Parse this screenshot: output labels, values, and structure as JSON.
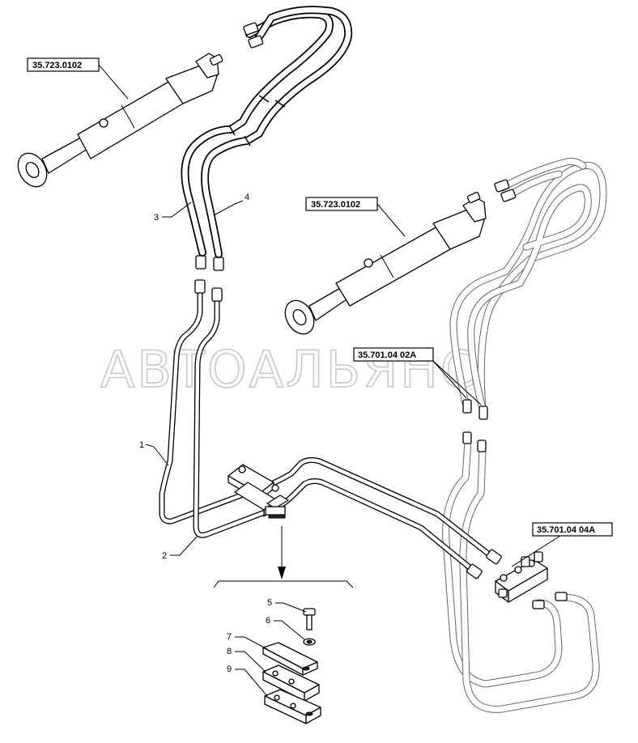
{
  "watermark": "АВТОАЛЬЯНС",
  "references": {
    "cylinder_upper": "35.723.0102",
    "cylinder_lower": "35.723.0102",
    "hose_group": "35.701.04 02A",
    "valve_block": "35.701.04 04A"
  },
  "callouts": {
    "c1": "1",
    "c2": "2",
    "c3": "3",
    "c4": "4",
    "c5": "5",
    "c6": "6",
    "c7": "7",
    "c8": "8",
    "c9": "9"
  }
}
